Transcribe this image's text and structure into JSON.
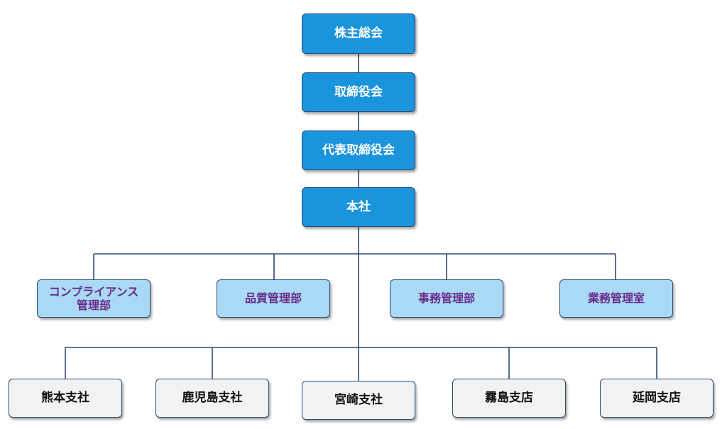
{
  "colors": {
    "top_fill": "#1a94dc",
    "dept_fill": "#a9d9f5",
    "dept_text": "#6a2c8c",
    "branch_fill": "#f1f2f4",
    "border": "#2c4b73",
    "connector": "#2c4b73"
  },
  "hierarchy": {
    "shareholders_meeting": "株主総会",
    "board_of_directors": "取締役会",
    "representative_directors": "代表取締役会",
    "head_office": "本社"
  },
  "departments": [
    "コンプライアンス\n管理部",
    "品質管理部",
    "事務管理部",
    "業務管理室"
  ],
  "branches": [
    "熊本支社",
    "鹿児島支社",
    "宮崎支社",
    "霧島支店",
    "延岡支店"
  ]
}
